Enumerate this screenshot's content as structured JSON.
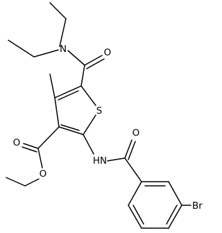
{
  "diagram": {
    "atoms": {
      "N_amide": "N",
      "O_amide": "O",
      "S_ring": "S",
      "O_ester_carbonyl": "O",
      "O_ester_ether": "O",
      "NH_amide": "HN",
      "O_benzoyl": "O",
      "Br": "Br"
    }
  }
}
